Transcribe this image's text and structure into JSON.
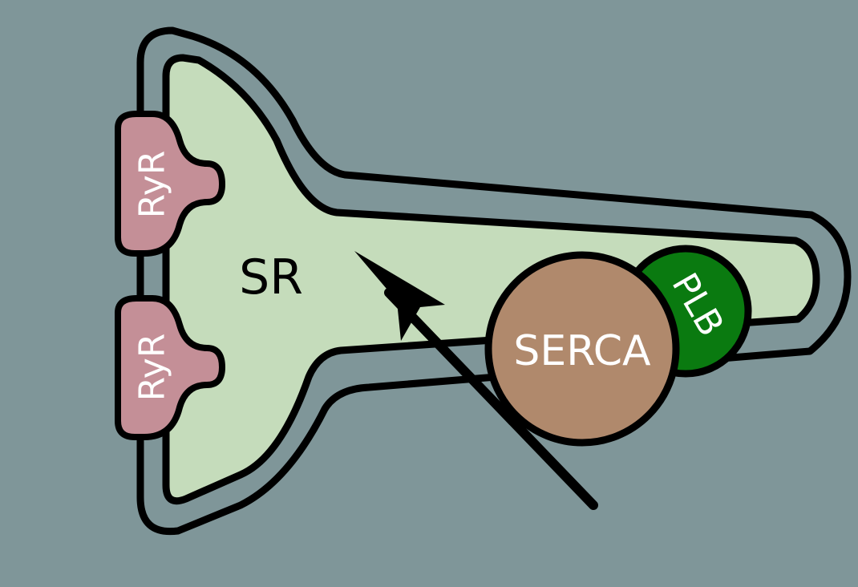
{
  "diagram": {
    "labels": {
      "sr": "SR",
      "ryr_top": "RyR",
      "ryr_bottom": "RyR",
      "serca": "SERCA",
      "plb": "PLB"
    },
    "colors": {
      "background": "#7f9699",
      "sr_lumen": "#c5dcbb",
      "ryr": "#c48f97",
      "serca": "#b0896c",
      "plb": "#0a7a10",
      "outline": "#000000",
      "label_light": "#ffffff",
      "label_dark": "#000000"
    }
  }
}
